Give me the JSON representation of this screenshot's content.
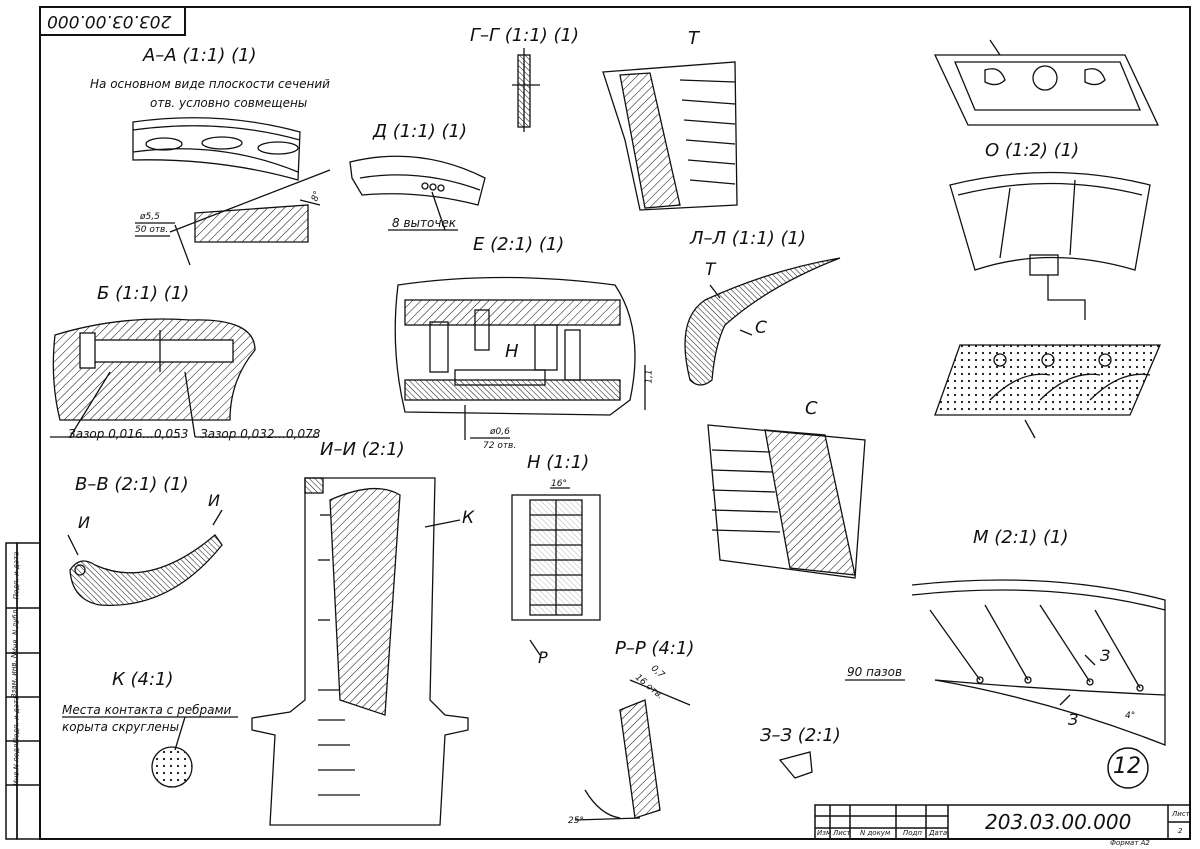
{
  "designation_top": "203.03.00.000",
  "views": {
    "aa": {
      "title": "А–А (1:1) (1)",
      "note1": "На основном виде плоскости сечений",
      "note2": "отв. условно совмещены",
      "dim_hole": "ø5,5",
      "dim_count": "50 отв.",
      "dim_angle": "8°"
    },
    "gg": {
      "title": "Г–Г (1:1) (1)"
    },
    "t_view": {
      "label": "Т"
    },
    "d": {
      "title": "Д (1:1) (1)",
      "note": "8 выточек"
    },
    "o": {
      "title": "О (1:2) (1)"
    },
    "b": {
      "title": "Б (1:1) (1)",
      "gap1": "Зазор 0,016...0,053",
      "gap2": "Зазор 0,032...0,078"
    },
    "e": {
      "title": "Е (2:1) (1)",
      "label_n": "Н",
      "dim_hole": "ø0,6",
      "dim_count": "72 отв.",
      "dim_gap": "1,1"
    },
    "ll": {
      "title": "Л–Л (1:1) (1)",
      "label_t": "Т",
      "label_c": "С"
    },
    "c_view": {
      "label": "С"
    },
    "vv": {
      "title": "В–В (2:1) (1)",
      "cut1": "И",
      "cut2": "И"
    },
    "ii": {
      "title": "И–И (2:1)",
      "label_k": "К"
    },
    "n": {
      "title": "Н (1:1)",
      "dim": "16°",
      "cut": "Р"
    },
    "m": {
      "title": "М (2:1) (1)",
      "note": "90 пазов",
      "cut1": "З",
      "cut2": "З",
      "angle": "4°"
    },
    "k": {
      "title": "К (4:1)",
      "note1": "Места контакта с ребрами",
      "note2": "корыта скруглены"
    },
    "pp": {
      "title": "Р–Р (4:1)",
      "dim1": "0,7",
      "dim2": "16 отв.",
      "angle": "25°"
    },
    "zz": {
      "title": "З–З (2:1)"
    }
  },
  "sheet_number": "12",
  "side_stamp": [
    "Подп. и дата",
    "Инв. N дубл.",
    "Взам. инв. N",
    "Подп. и дата",
    "Инв.N подл."
  ],
  "title_block": {
    "designation": "203.03.00.000",
    "cols": [
      "Изм",
      "Лист",
      "N докум",
      "Подп",
      "Дата"
    ],
    "sheet_label": "Лист",
    "sheet_value": "2",
    "format": "Формат А2"
  }
}
